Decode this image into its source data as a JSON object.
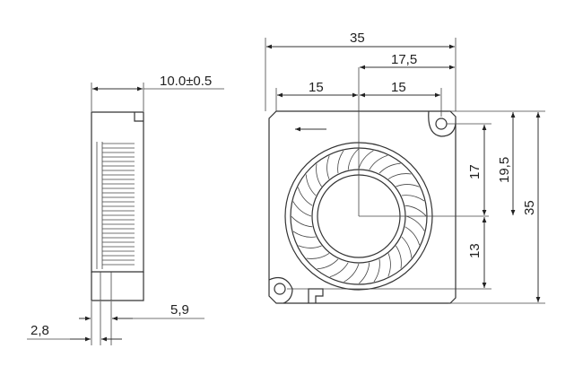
{
  "side_view": {
    "thickness_label": "10.0±0.5",
    "dim_5_9": "5,9",
    "dim_2_8": "2,8"
  },
  "front_view": {
    "width_total": "35",
    "half_width": "17,5",
    "left_offset": "15",
    "right_offset": "15",
    "height_total": "35",
    "center_upper": "19,5",
    "upper_hole": "17",
    "lower_hole": "13"
  }
}
